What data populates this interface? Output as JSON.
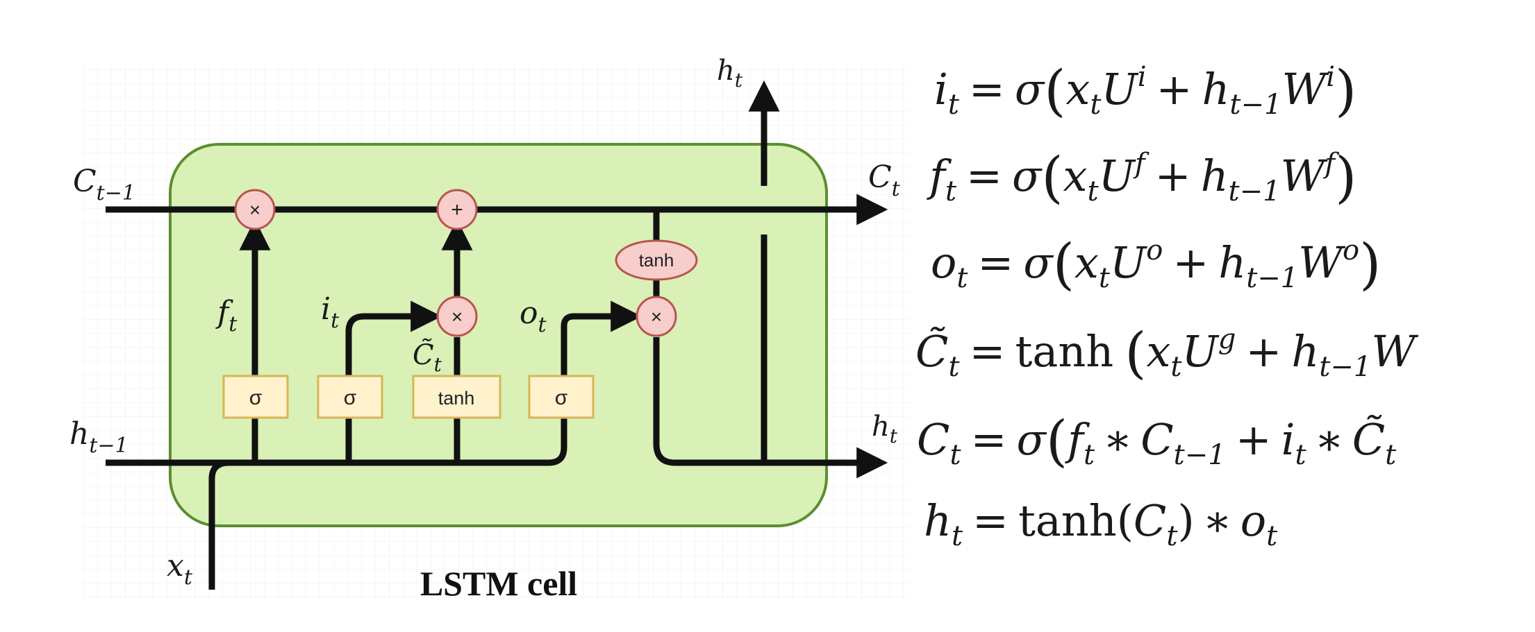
{
  "diagram": {
    "caption": "LSTM cell",
    "gates": {
      "forget_sigma": "σ",
      "input_sigma": "σ",
      "candidate_tanh": "tanh",
      "output_sigma": "σ",
      "cell_tanh": "tanh"
    },
    "operators": {
      "forget_mult": "×",
      "cell_add": "+",
      "input_mult": "×",
      "output_mult": "×"
    },
    "signals": {
      "c_prev": {
        "base": "C",
        "sub": "t−1"
      },
      "c_next": {
        "base": "C",
        "sub": "t"
      },
      "h_prev": {
        "base": "h",
        "sub": "t−1"
      },
      "h_next_right": {
        "base": "h",
        "sub": "t"
      },
      "h_next_top": {
        "base": "h",
        "sub": "t"
      },
      "x_in": {
        "base": "x",
        "sub": "t"
      },
      "f": {
        "base": "f",
        "sub": "t"
      },
      "i": {
        "base": "i",
        "sub": "t"
      },
      "o": {
        "base": "o",
        "sub": "t"
      },
      "c_tilde": {
        "base": "C̃",
        "sub": "t"
      }
    },
    "colors": {
      "cell_fill": "#d9f0b6",
      "cell_border": "#5b8f2e",
      "gate_fill": "#fff2cc",
      "gate_border": "#d6b656",
      "op_fill": "#f8cecc",
      "op_border": "#b85450",
      "wire": "#111111"
    }
  },
  "equations": [
    {
      "lhs": "i",
      "lhs_sub": "t",
      "rhs": "σ(x_tU^i + h_{t−1}W^i)"
    },
    {
      "lhs": "f",
      "lhs_sub": "t",
      "rhs": "σ(x_tU^f + h_{t−1}W^f)"
    },
    {
      "lhs": "o",
      "lhs_sub": "t",
      "rhs": "σ(x_tU^o + h_{t−1}W^o)"
    },
    {
      "lhs": "C̃",
      "lhs_sub": "t",
      "rhs": "tanh (x_tU^g + h_{t−1}W"
    },
    {
      "lhs": "C",
      "lhs_sub": "t",
      "rhs": "σ(f_t ∗ C_{t−1} + i_t ∗ C̃_t"
    },
    {
      "lhs": "h",
      "lhs_sub": "t",
      "rhs": "tanh(C_t) ∗ o_t"
    }
  ],
  "equation_text": {
    "eq": "=",
    "sigma": "σ",
    "tanh": "tanh",
    "plus": "+",
    "star": "∗",
    "lp": "(",
    "rp": ")",
    "x": "x",
    "t": "t",
    "U": "U",
    "h": "h",
    "tm1": "t−1",
    "W": "W",
    "sup_i": "i",
    "sup_f": "f",
    "sup_o": "o",
    "sup_g": "g",
    "f": "f",
    "C": "C",
    "i": "i",
    "Ctilde": "C̃",
    "o": "o"
  }
}
